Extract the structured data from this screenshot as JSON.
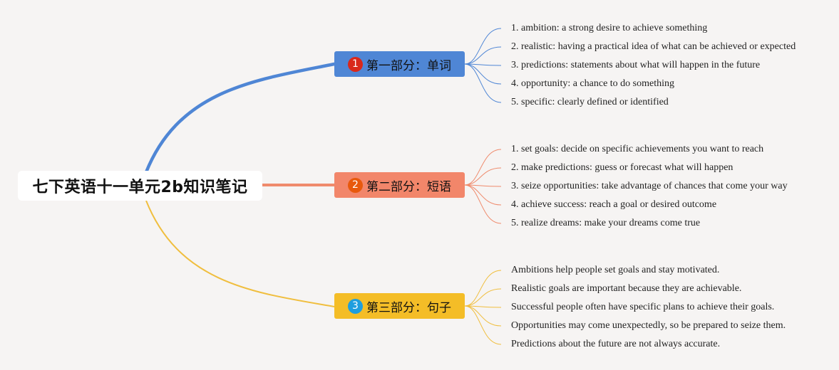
{
  "root": {
    "title": "七下英语十一单元2b知识笔记"
  },
  "branches": [
    {
      "number": "1",
      "label": "第一部分：单词",
      "fill": "#4f86d5",
      "badge_color": "#d9281b",
      "line_color": "#4f86d5",
      "items": [
        "1. ambition: a strong desire to achieve something",
        "2. realistic: having a practical idea of what can be achieved or expected",
        "3. predictions: statements about what will happen in the future",
        "4. opportunity: a chance to do something",
        "5. specific: clearly defined or identified"
      ]
    },
    {
      "number": "2",
      "label": "第二部分：短语",
      "fill": "#f2866a",
      "badge_color": "#e8590c",
      "line_color": "#ef8a6c",
      "items": [
        "1. set goals: decide on specific achievements you want to reach",
        "2. make predictions: guess or forecast what will happen",
        "3. seize opportunities: take advantage of chances that come your way",
        "4. achieve success: reach a goal or desired outcome",
        "5. realize dreams: make your dreams come true"
      ]
    },
    {
      "number": "3",
      "label": "第三部分：句子",
      "fill": "#f4bd27",
      "badge_color": "#1f9ede",
      "line_color": "#f0be3e",
      "items": [
        "Ambitions help people set goals and stay motivated.",
        "Realistic goals are important because they are achievable.",
        "Successful people often have specific plans to achieve their goals.",
        "Opportunities may come unexpectedly, so be prepared to seize them.",
        "Predictions about the future are not always accurate."
      ]
    }
  ]
}
